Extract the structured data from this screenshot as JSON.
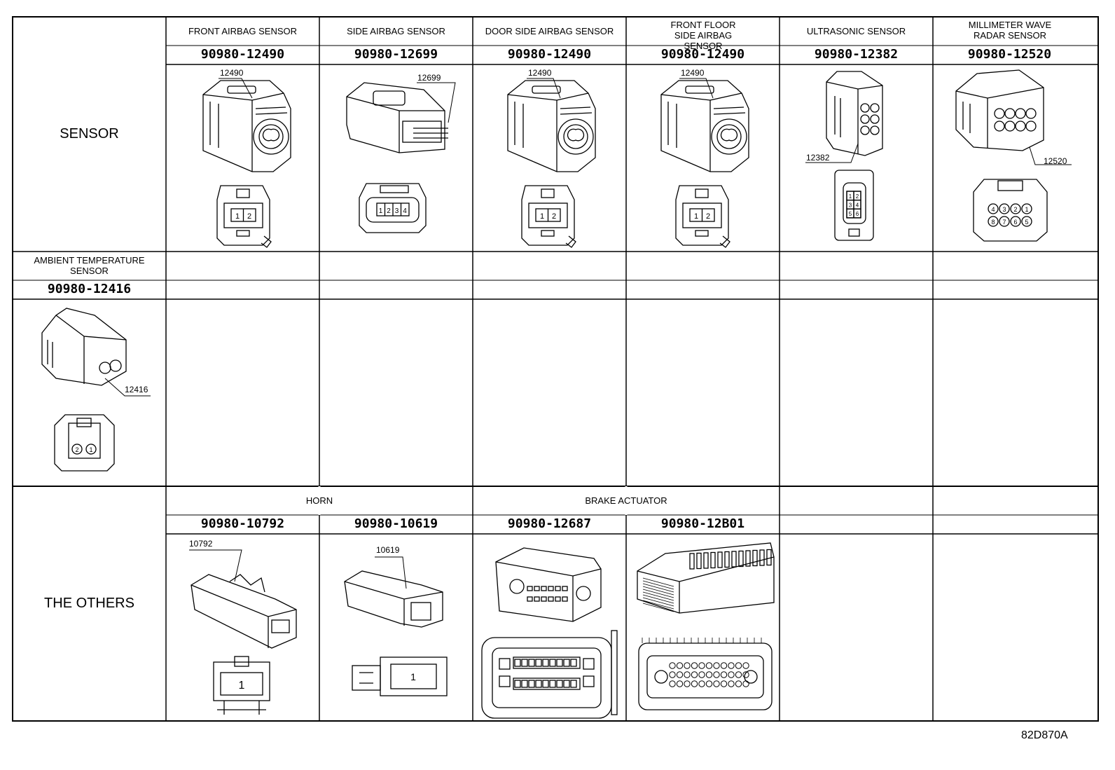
{
  "rows": {
    "sensor": "SENSOR",
    "others": "THE OTHERS"
  },
  "sensor_headers": [
    "FRONT AIRBAG SENSOR",
    "SIDE AIRBAG SENSOR",
    "DOOR SIDE AIRBAG SENSOR",
    "FRONT FLOOR SIDE AIRBAG SENSOR",
    "ULTRASONIC SENSOR",
    "MILLIMETER WAVE RADAR SENSOR"
  ],
  "sensor_parts": [
    "90980-12490",
    "90980-12699",
    "90980-12490",
    "90980-12490",
    "90980-12382",
    "90980-12520"
  ],
  "sensor_callouts": [
    "12490",
    "12699",
    "12490",
    "12490",
    "12382",
    "12520"
  ],
  "ambient": {
    "header": "AMBIENT TEMPERATURE SENSOR",
    "part": "90980-12416",
    "callout": "12416"
  },
  "others": {
    "horn": "HORN",
    "brake": "BRAKE ACTUATOR",
    "parts": [
      "90980-10792",
      "90980-10619",
      "90980-12687",
      "90980-12B01"
    ],
    "callouts": [
      "10792",
      "10619"
    ]
  },
  "pins": {
    "two": [
      "1",
      "2"
    ],
    "four": [
      "1",
      "2",
      "3",
      "4"
    ],
    "six": [
      "1",
      "2",
      "3",
      "4",
      "5",
      "6"
    ],
    "radar": [
      "4",
      "3",
      "2",
      "1",
      "8",
      "7",
      "6",
      "5"
    ],
    "ambient": [
      "2",
      "1"
    ],
    "one": "1"
  },
  "figure_code": "82D870A"
}
